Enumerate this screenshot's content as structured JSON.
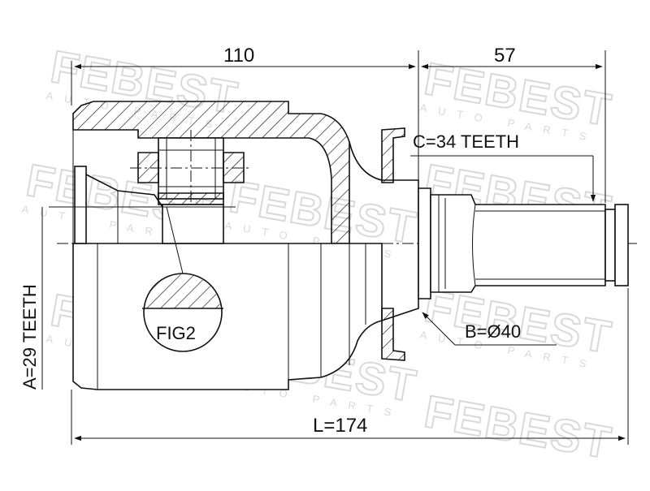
{
  "watermark": {
    "brand": "FEBEST",
    "tagline": "AUTO PARTS"
  },
  "dimensions": {
    "housing_length": "110",
    "spline_length": "57",
    "total_length": "L=174"
  },
  "labels": {
    "outer_spline_teeth": "C=34 TEETH",
    "inner_spline_teeth": "A=29 TEETH",
    "seal_diameter": "B=Ø40",
    "detail_callout": "FIG2"
  },
  "colors": {
    "line": "#111111",
    "watermark": "#d9d9d9",
    "background": "#ffffff"
  }
}
